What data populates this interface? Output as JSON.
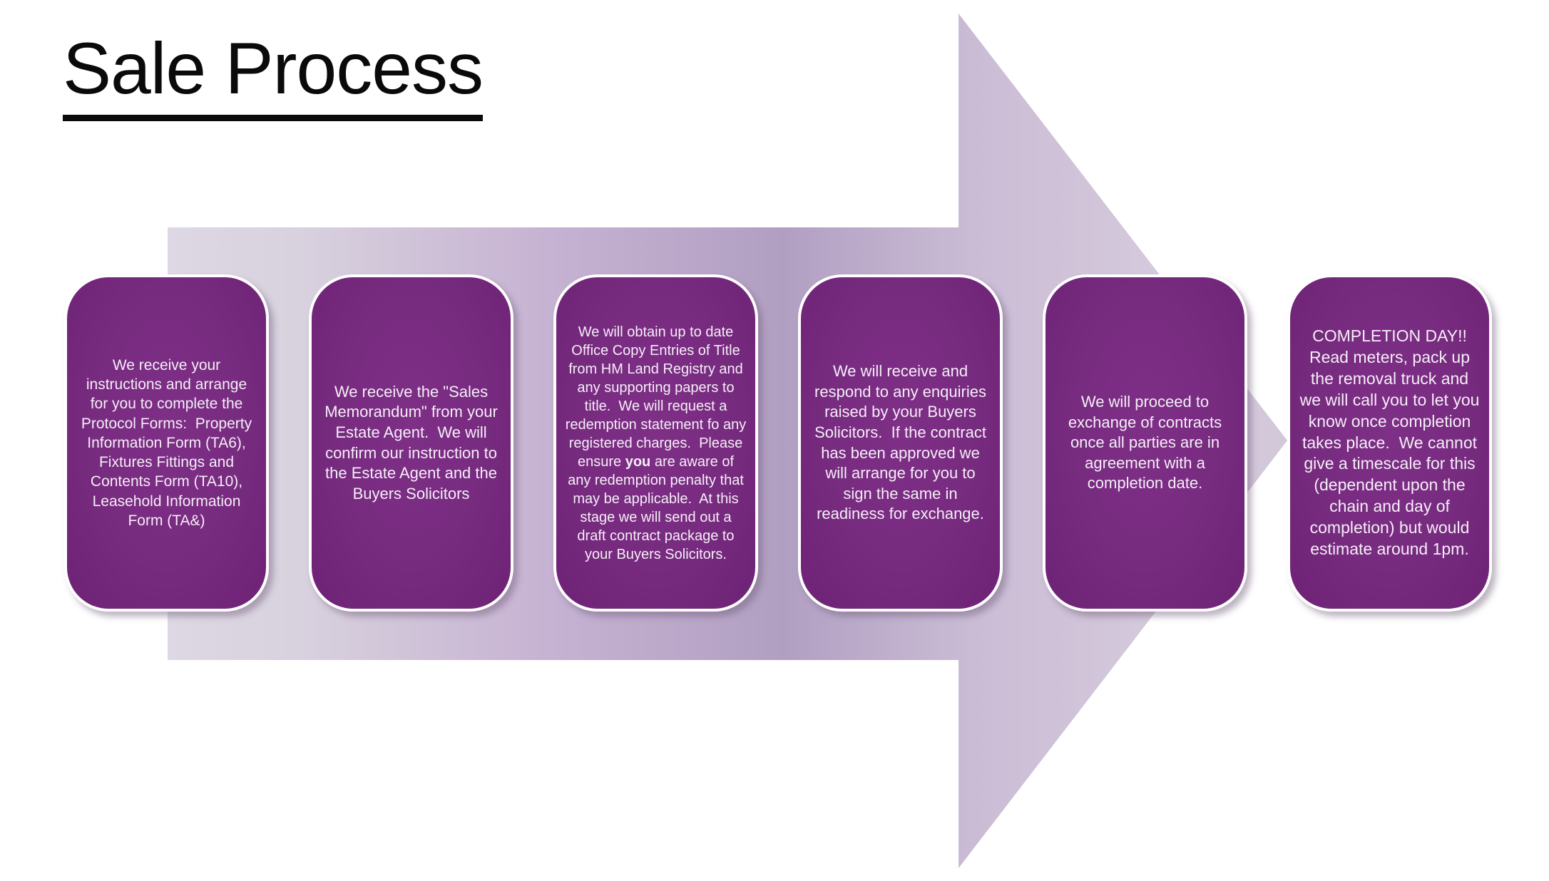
{
  "slide": {
    "title": "Sale Process"
  },
  "steps": [
    {
      "text": "We receive your instructions and arrange for you to complete the Protocol Forms:  Property Information Form (TA6), Fixtures Fittings and Contents Form (TA10), Leasehold Information Form (TA&)"
    },
    {
      "text": "We receive the \"Sales Memorandum\" from your Estate Agent.  We will confirm our instruction to the Estate Agent and the Buyers Solicitors"
    },
    {
      "text_before": "We will obtain up to date Office Copy Entries of Title from HM Land Registry and any supporting papers to title.  We will request a redemption statement fo any registered charges.  Please ensure ",
      "bold_word": "you",
      "text_after": " are aware of any redemption penalty that may be applicable.  At this stage we will send out a draft contract package to your Buyers Solicitors."
    },
    {
      "text": "We will receive and respond to any enquiries raised by your Buyers Solicitors.  If the contract has been approved we will arrange for you to sign the same in readiness for exchange."
    },
    {
      "text": "We will proceed to exchange of contracts once all parties are in agreement with a completion date."
    },
    {
      "text": "COMPLETION DAY!!  Read meters, pack up the removal truck and we will call you to let you know once completion takes place.  We cannot give a timescale for this (dependent upon the chain and day of completion) but would estimate around 1pm."
    }
  ],
  "colors": {
    "box_fill": "#752a7d",
    "box_border": "#ffffff",
    "box_text": "#f5eef7",
    "arrow_light": "#d8d1de",
    "arrow_mid": "#b19fc2",
    "title_text": "#0a0a0a",
    "background": "#ffffff"
  }
}
